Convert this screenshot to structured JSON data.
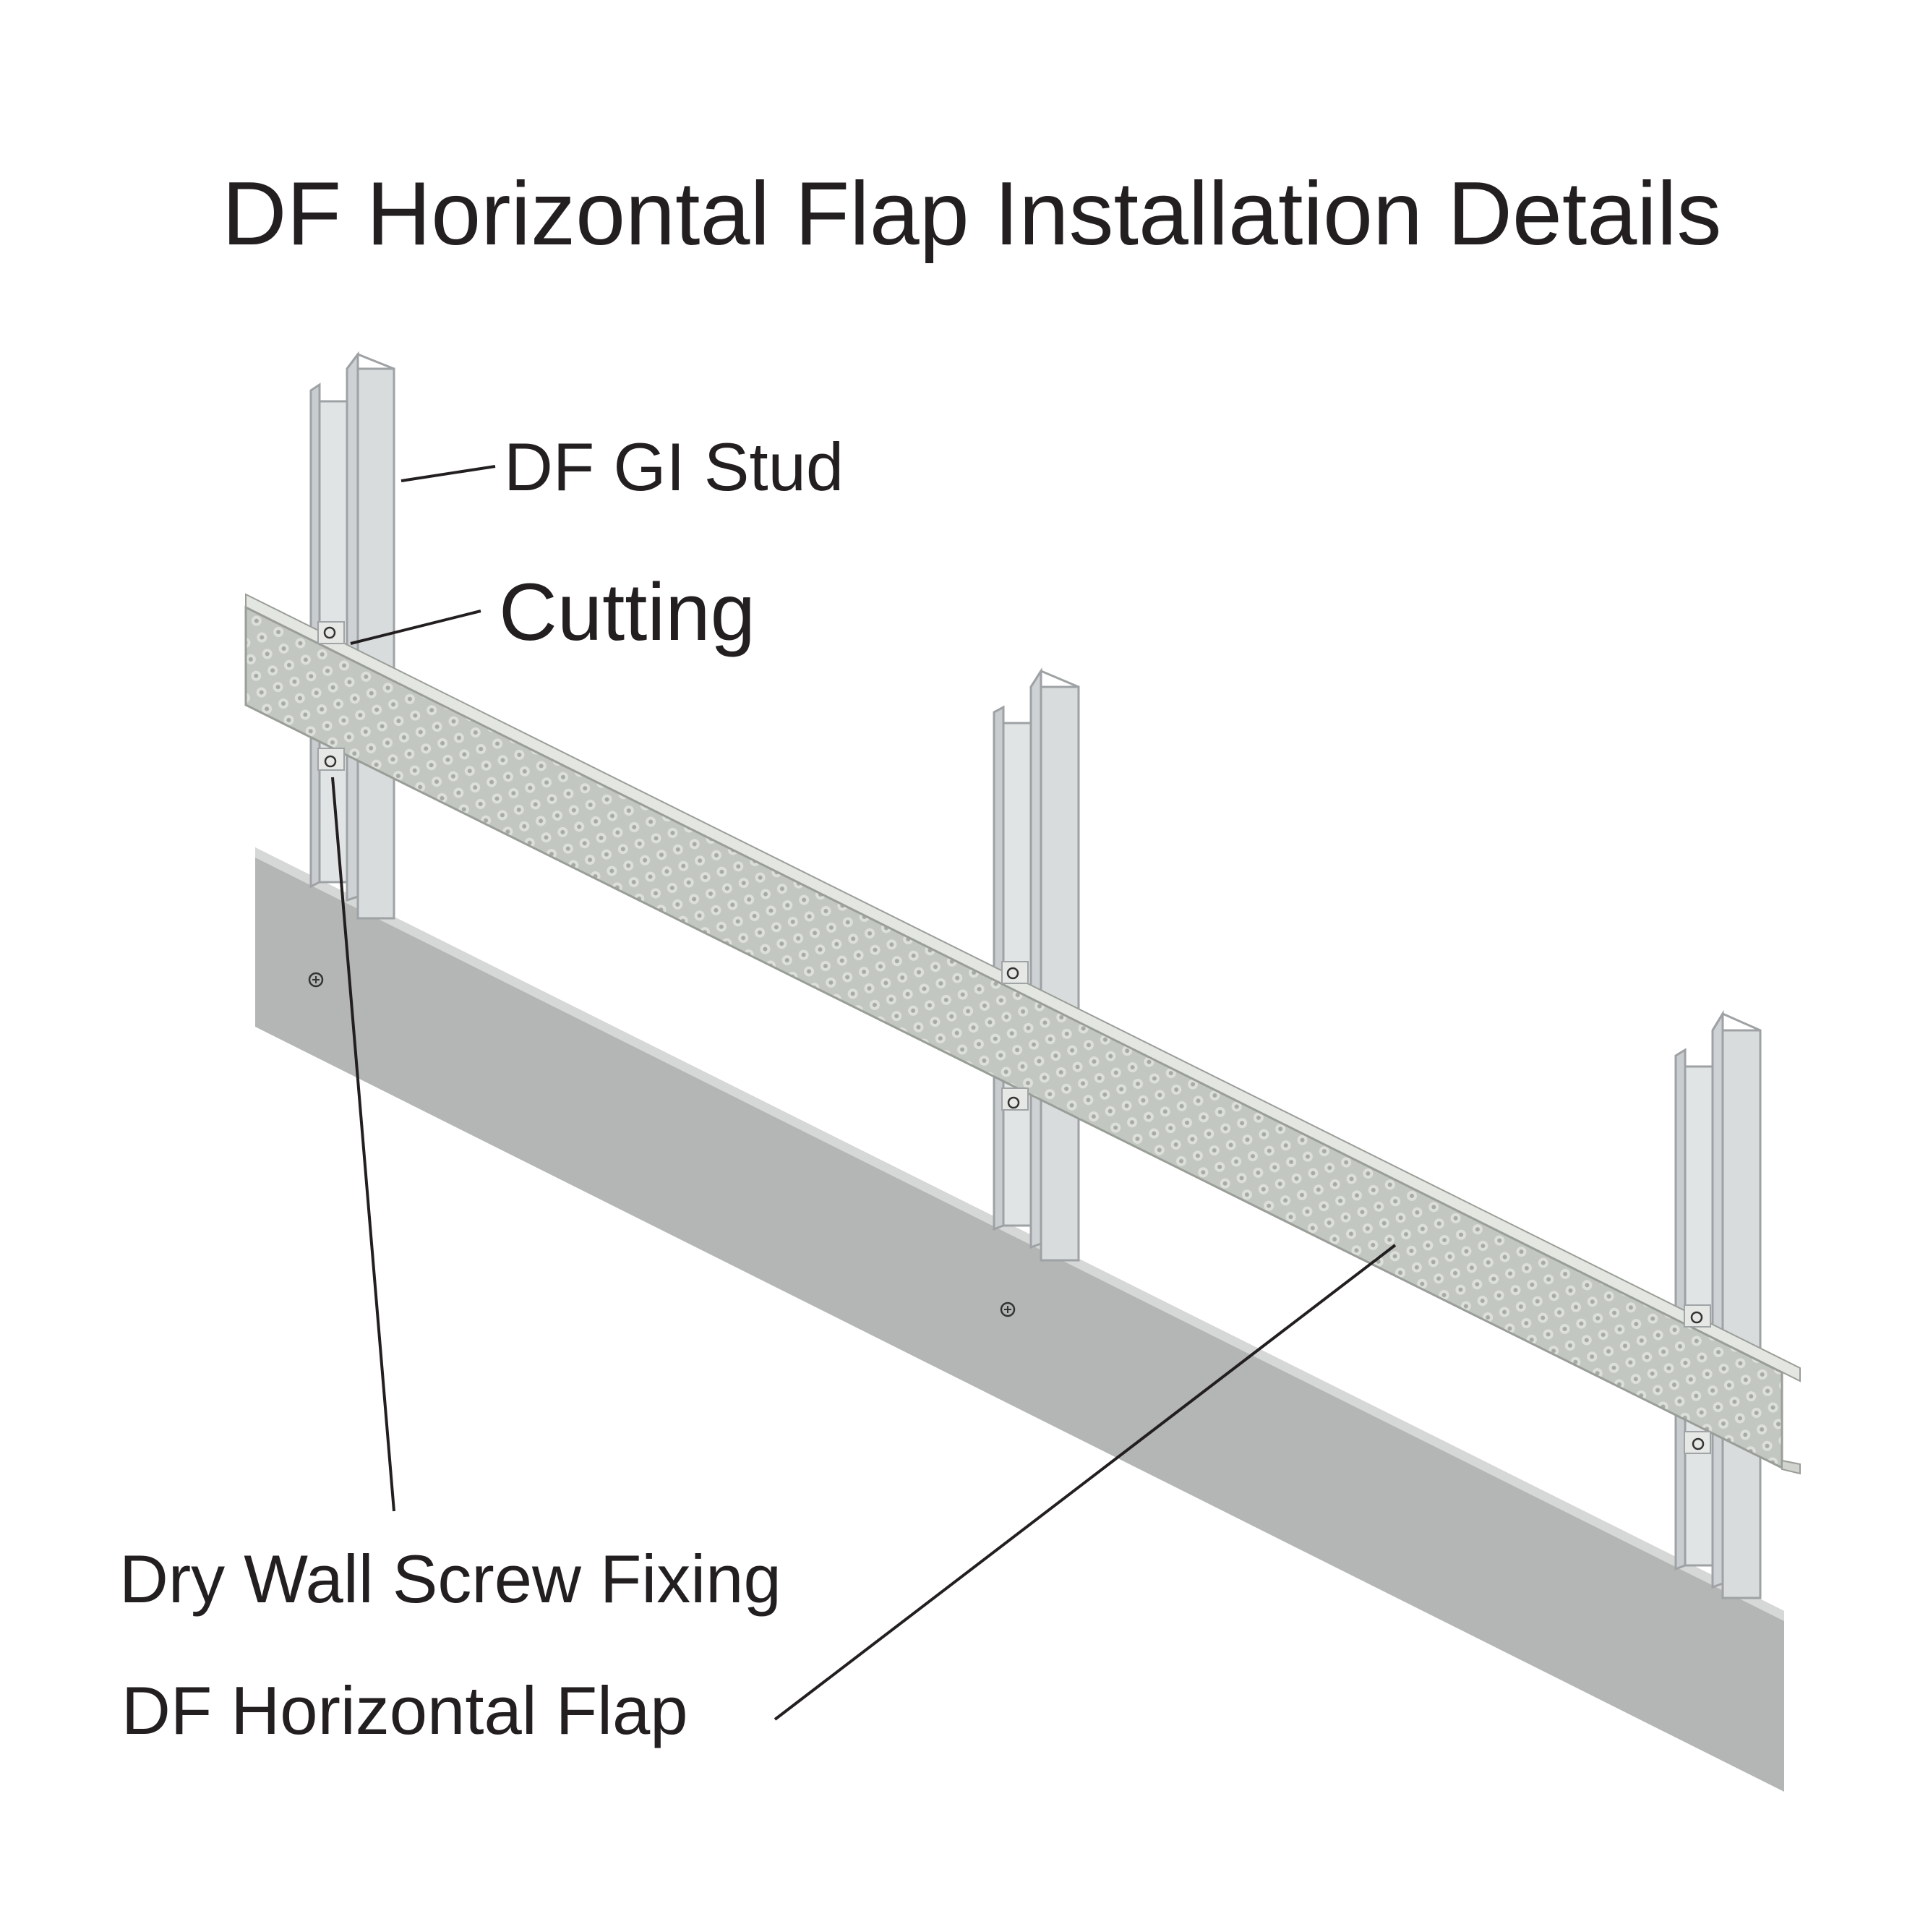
{
  "diagram": {
    "title": "DF Horizontal Flap Installation Details",
    "labels": {
      "stud": "DF GI Stud",
      "cutting": "Cutting",
      "screw_fixing": "Dry Wall Screw Fixing",
      "horizontal_flap": "DF Horizontal Flap"
    }
  },
  "colors": {
    "board": "#b3b6b4",
    "board_edge": "#d6d8d7",
    "stud_face": "#d9dcdd",
    "stud_stroke": "#9ea2a4",
    "flap": "#c2c6c0",
    "leader": "#231f20"
  }
}
